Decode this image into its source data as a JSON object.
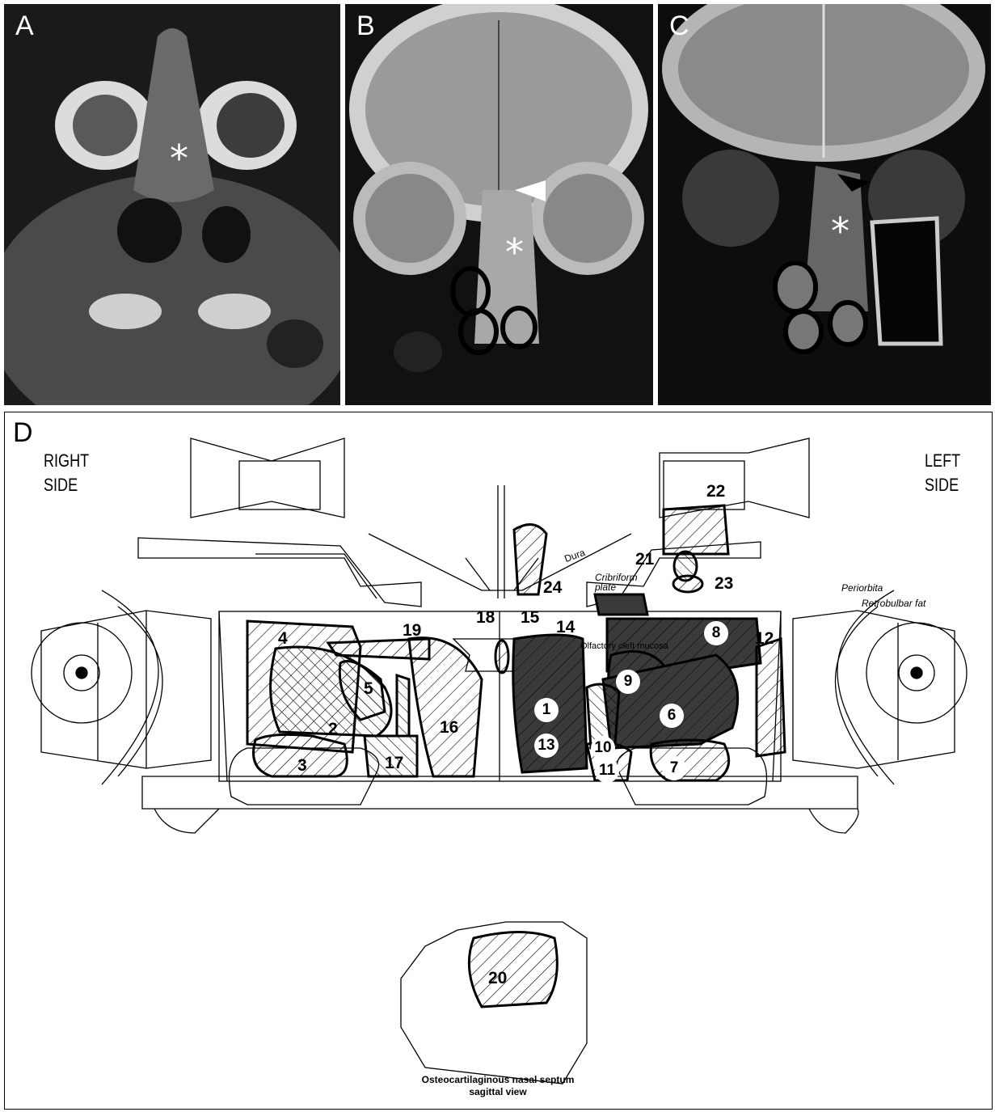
{
  "panels": {
    "a": {
      "label": "A",
      "marker": "*"
    },
    "b": {
      "label": "B",
      "marker": "*"
    },
    "c": {
      "label": "C",
      "marker": "*"
    },
    "d": {
      "label": "D"
    }
  },
  "diagram": {
    "right_side": [
      "RIGHT",
      "SIDE"
    ],
    "left_side": [
      "LEFT",
      "SIDE"
    ],
    "regions": [
      "1",
      "2",
      "3",
      "4",
      "5",
      "6",
      "7",
      "8",
      "9",
      "10",
      "11",
      "12",
      "13",
      "14",
      "15",
      "16",
      "17",
      "18",
      "19",
      "20",
      "21",
      "22",
      "23",
      "24"
    ],
    "annotations": {
      "dura": "Dura",
      "cribriform_plate": [
        "Cribriform",
        "plate"
      ],
      "olfactory_cleft_mucosa": "Olfactory cleft mucosa",
      "periorbita": "Periorbita",
      "retrobulbar_fat": "Retrobulbar fat",
      "caption": [
        "Osteocartilaginous nasal septum",
        "sagittal view"
      ]
    }
  },
  "colors": {
    "background": "#ffffff",
    "mri_background": "#000000",
    "lesion_fill": "#3a3a3a"
  }
}
